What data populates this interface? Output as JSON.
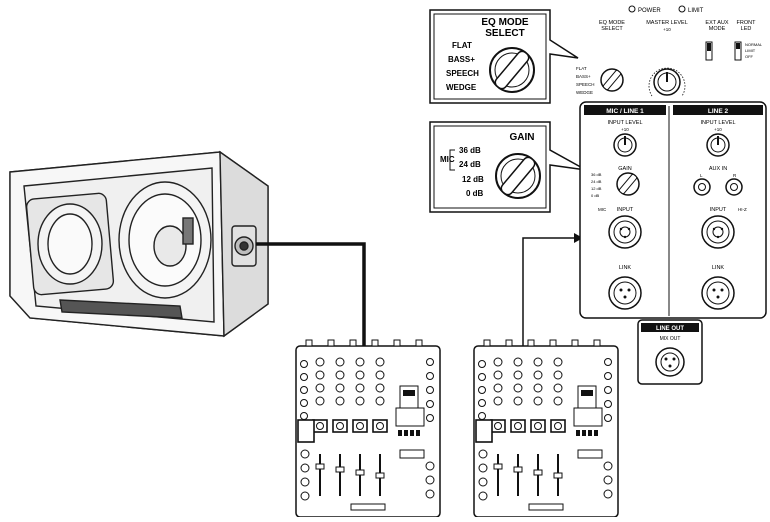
{
  "eq_callout": {
    "title_line1": "EQ MODE",
    "title_line2": "SELECT",
    "options": [
      "FLAT",
      "BASS+",
      "SPEECH",
      "WEDGE"
    ]
  },
  "gain_callout": {
    "title": "GAIN",
    "side_label": "MIC",
    "levels": [
      "36 dB",
      "24 dB",
      "12 dB",
      "0 dB"
    ]
  },
  "rear_panel": {
    "power_label": "POWER",
    "limit_label": "LIMIT",
    "eq_knob_label_1": "EQ MODE",
    "eq_knob_label_2": "SELECT",
    "eq_small_options": [
      "FLAT",
      "BASS+",
      "SPEECH",
      "WEDGE"
    ],
    "master_label": "MASTER LEVEL",
    "master_scale": "+10",
    "ext_label_1": "EXT AUX",
    "ext_label_2": "MODE",
    "front_label_1": "FRONT",
    "front_label_2": "LED",
    "switch_labels": [
      "NORMAL",
      "LIMIT",
      "OFF"
    ],
    "channel1_title": "MIC / LINE 1",
    "channel2_title": "LINE 2",
    "input_level_label": "INPUT LEVEL",
    "input_level_scale": "+10",
    "gain_label": "GAIN",
    "gain_small_levels": [
      "36 dB",
      "24 dB",
      "12 dB",
      "0 dB"
    ],
    "aux_in_label": "AUX IN",
    "aux_in_channels": [
      "L",
      "R"
    ],
    "input_label": "INPUT",
    "mic_label": "MIC",
    "hi_z_label": "HI-Z",
    "link_label": "LINK",
    "line_out_title": "LINE OUT",
    "line_out_sub": "MIX OUT"
  },
  "mixers": [
    {
      "name": "mixer-left"
    },
    {
      "name": "mixer-right"
    }
  ]
}
